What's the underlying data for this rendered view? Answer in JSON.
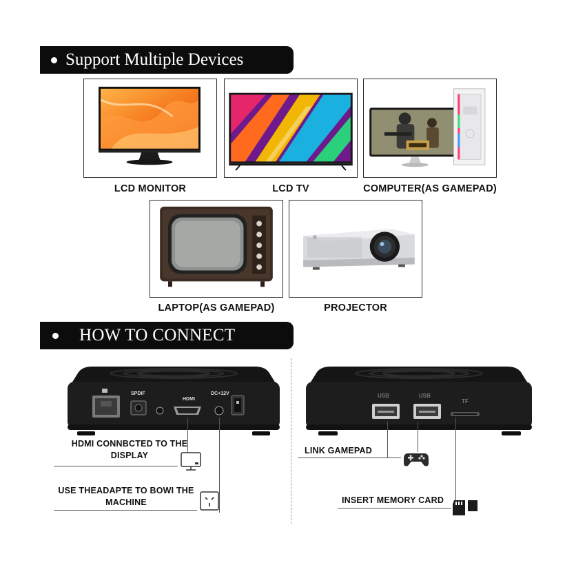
{
  "section_support": {
    "title": "Support Multiple Devices"
  },
  "devices": [
    {
      "label": "LCD MONITOR",
      "icon": "lcd-monitor-image"
    },
    {
      "label": "LCD TV",
      "icon": "lcd-tv-image"
    },
    {
      "label": "COMPUTER(AS GAMEPAD)",
      "icon": "computer-image"
    },
    {
      "label": "LAPTOP(AS GAMEPAD)",
      "icon": "retro-tv-image"
    },
    {
      "label": "PROJECTOR",
      "icon": "projector-image"
    }
  ],
  "section_connect": {
    "title": "HOW TO CONNECT"
  },
  "box_back_ports": {
    "port1": "SPDIF",
    "port2": "HDMI",
    "port3": "DC+12V"
  },
  "box_front_ports": {
    "port1": "USB",
    "port2": "USB",
    "port3": "TF"
  },
  "connections": {
    "hdmi": "HDMI CONNBCTED TO THE DISPLAY",
    "power": "USE THEADAPTE TO BOWI THE MACHINE",
    "gamepad": "LINK GAMEPAD",
    "memory": "INSERT MEMORY CARD"
  },
  "colors": {
    "banner": "#0c0c0c",
    "console": "#1d1d1d",
    "frame_border": "#2a2a2a"
  }
}
